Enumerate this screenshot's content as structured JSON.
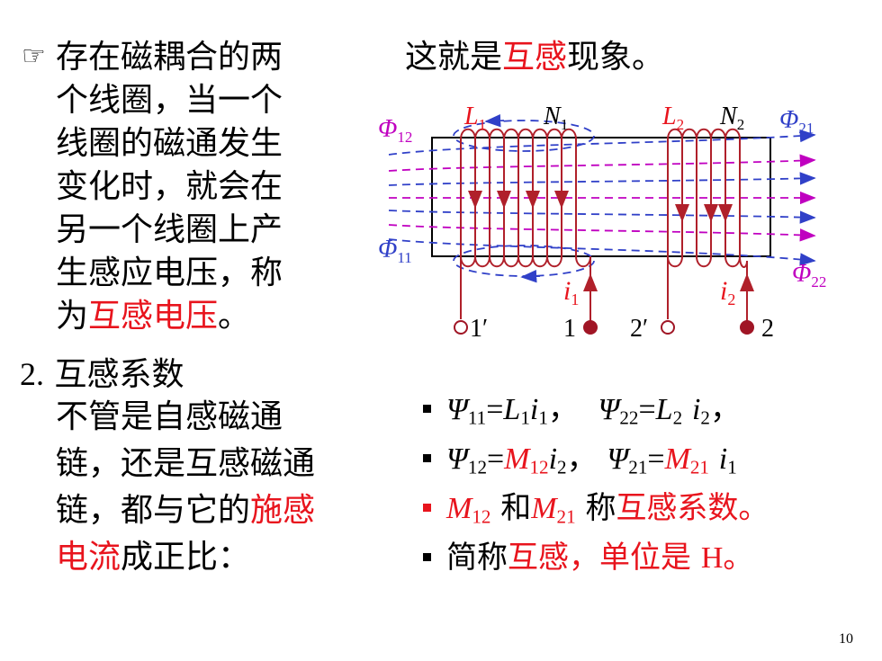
{
  "left": {
    "hand_icon": "☞",
    "para1_a": "存在磁耦合的两个线圈，当一个线圈的磁通发生变化时，就会在另一个线圈上产生感应电压，称",
    "para1_b": "为",
    "para1_red": "互感电压",
    "para1_end": "。",
    "section_num": "2.",
    "section_title": "互感系数",
    "para2_a": "不管是自感磁通链，还是互感磁通链，都与它的",
    "para2_red": "施感电流",
    "para2_end": "成正比："
  },
  "right": {
    "head_a": "这就是",
    "head_red": "互感",
    "head_b": "现象。"
  },
  "diagram": {
    "L1": "L",
    "L1_sub": "1",
    "N1": "N",
    "N1_sub": "1",
    "L2": "L",
    "L2_sub": "2",
    "N2": "N",
    "N2_sub": "2",
    "phi12": "Φ",
    "phi12_sub": "12",
    "phi21": "Φ",
    "phi21_sub": "21",
    "phi11": "Φ",
    "phi11_sub": "11",
    "phi22": "Φ",
    "phi22_sub": "22",
    "i1": "i",
    "i1_sub": "1",
    "i2": "i",
    "i2_sub": "2",
    "t1p": "1′",
    "t1": "1",
    "t2p": "2′",
    "t2": "2"
  },
  "bullets": {
    "b1_psi11": "Ψ",
    "b1_psi11_sub": "11",
    "b1_eq1": "=",
    "b1_L1": "L",
    "b1_L1_sub": "1",
    "b1_i1": "i",
    "b1_i1_sub": "1",
    "b1_sep": "，",
    "b1_psi22": "Ψ",
    "b1_psi22_sub": "22",
    "b1_eq2": "=",
    "b1_L2": "L",
    "b1_L2_sub": "2",
    "b1_i2": "i",
    "b1_i2_sub": "2",
    "b1_end": "，",
    "b2_psi12": "Ψ",
    "b2_psi12_sub": "12",
    "b2_eq1": "=",
    "b2_M12": "M",
    "b2_M12_sub": "12",
    "b2_i2": "i",
    "b2_i2_sub": "2",
    "b2_sep": "，",
    "b2_psi21": "Ψ",
    "b2_psi21_sub": "21",
    "b2_eq2": "=",
    "b2_M21": "M",
    "b2_M21_sub": "21",
    "b2_i1": "i",
    "b2_i1_sub": "1",
    "b3_M12": "M",
    "b3_M12_sub": "12",
    "b3_and": "和",
    "b3_M21": "M",
    "b3_M21_sub": "21",
    "b3_a": "称",
    "b3_red": "互感系数。",
    "b4_a": "简称",
    "b4_red": "互感，单位是",
    "b4_H": "H",
    "b4_end": "。"
  },
  "page_number": "10",
  "colors": {
    "red": "#e8141d",
    "coil": "#b0202a",
    "blue_flux": "#3040c8",
    "magenta_flux": "#c000c0",
    "terminal": "#a01525"
  }
}
